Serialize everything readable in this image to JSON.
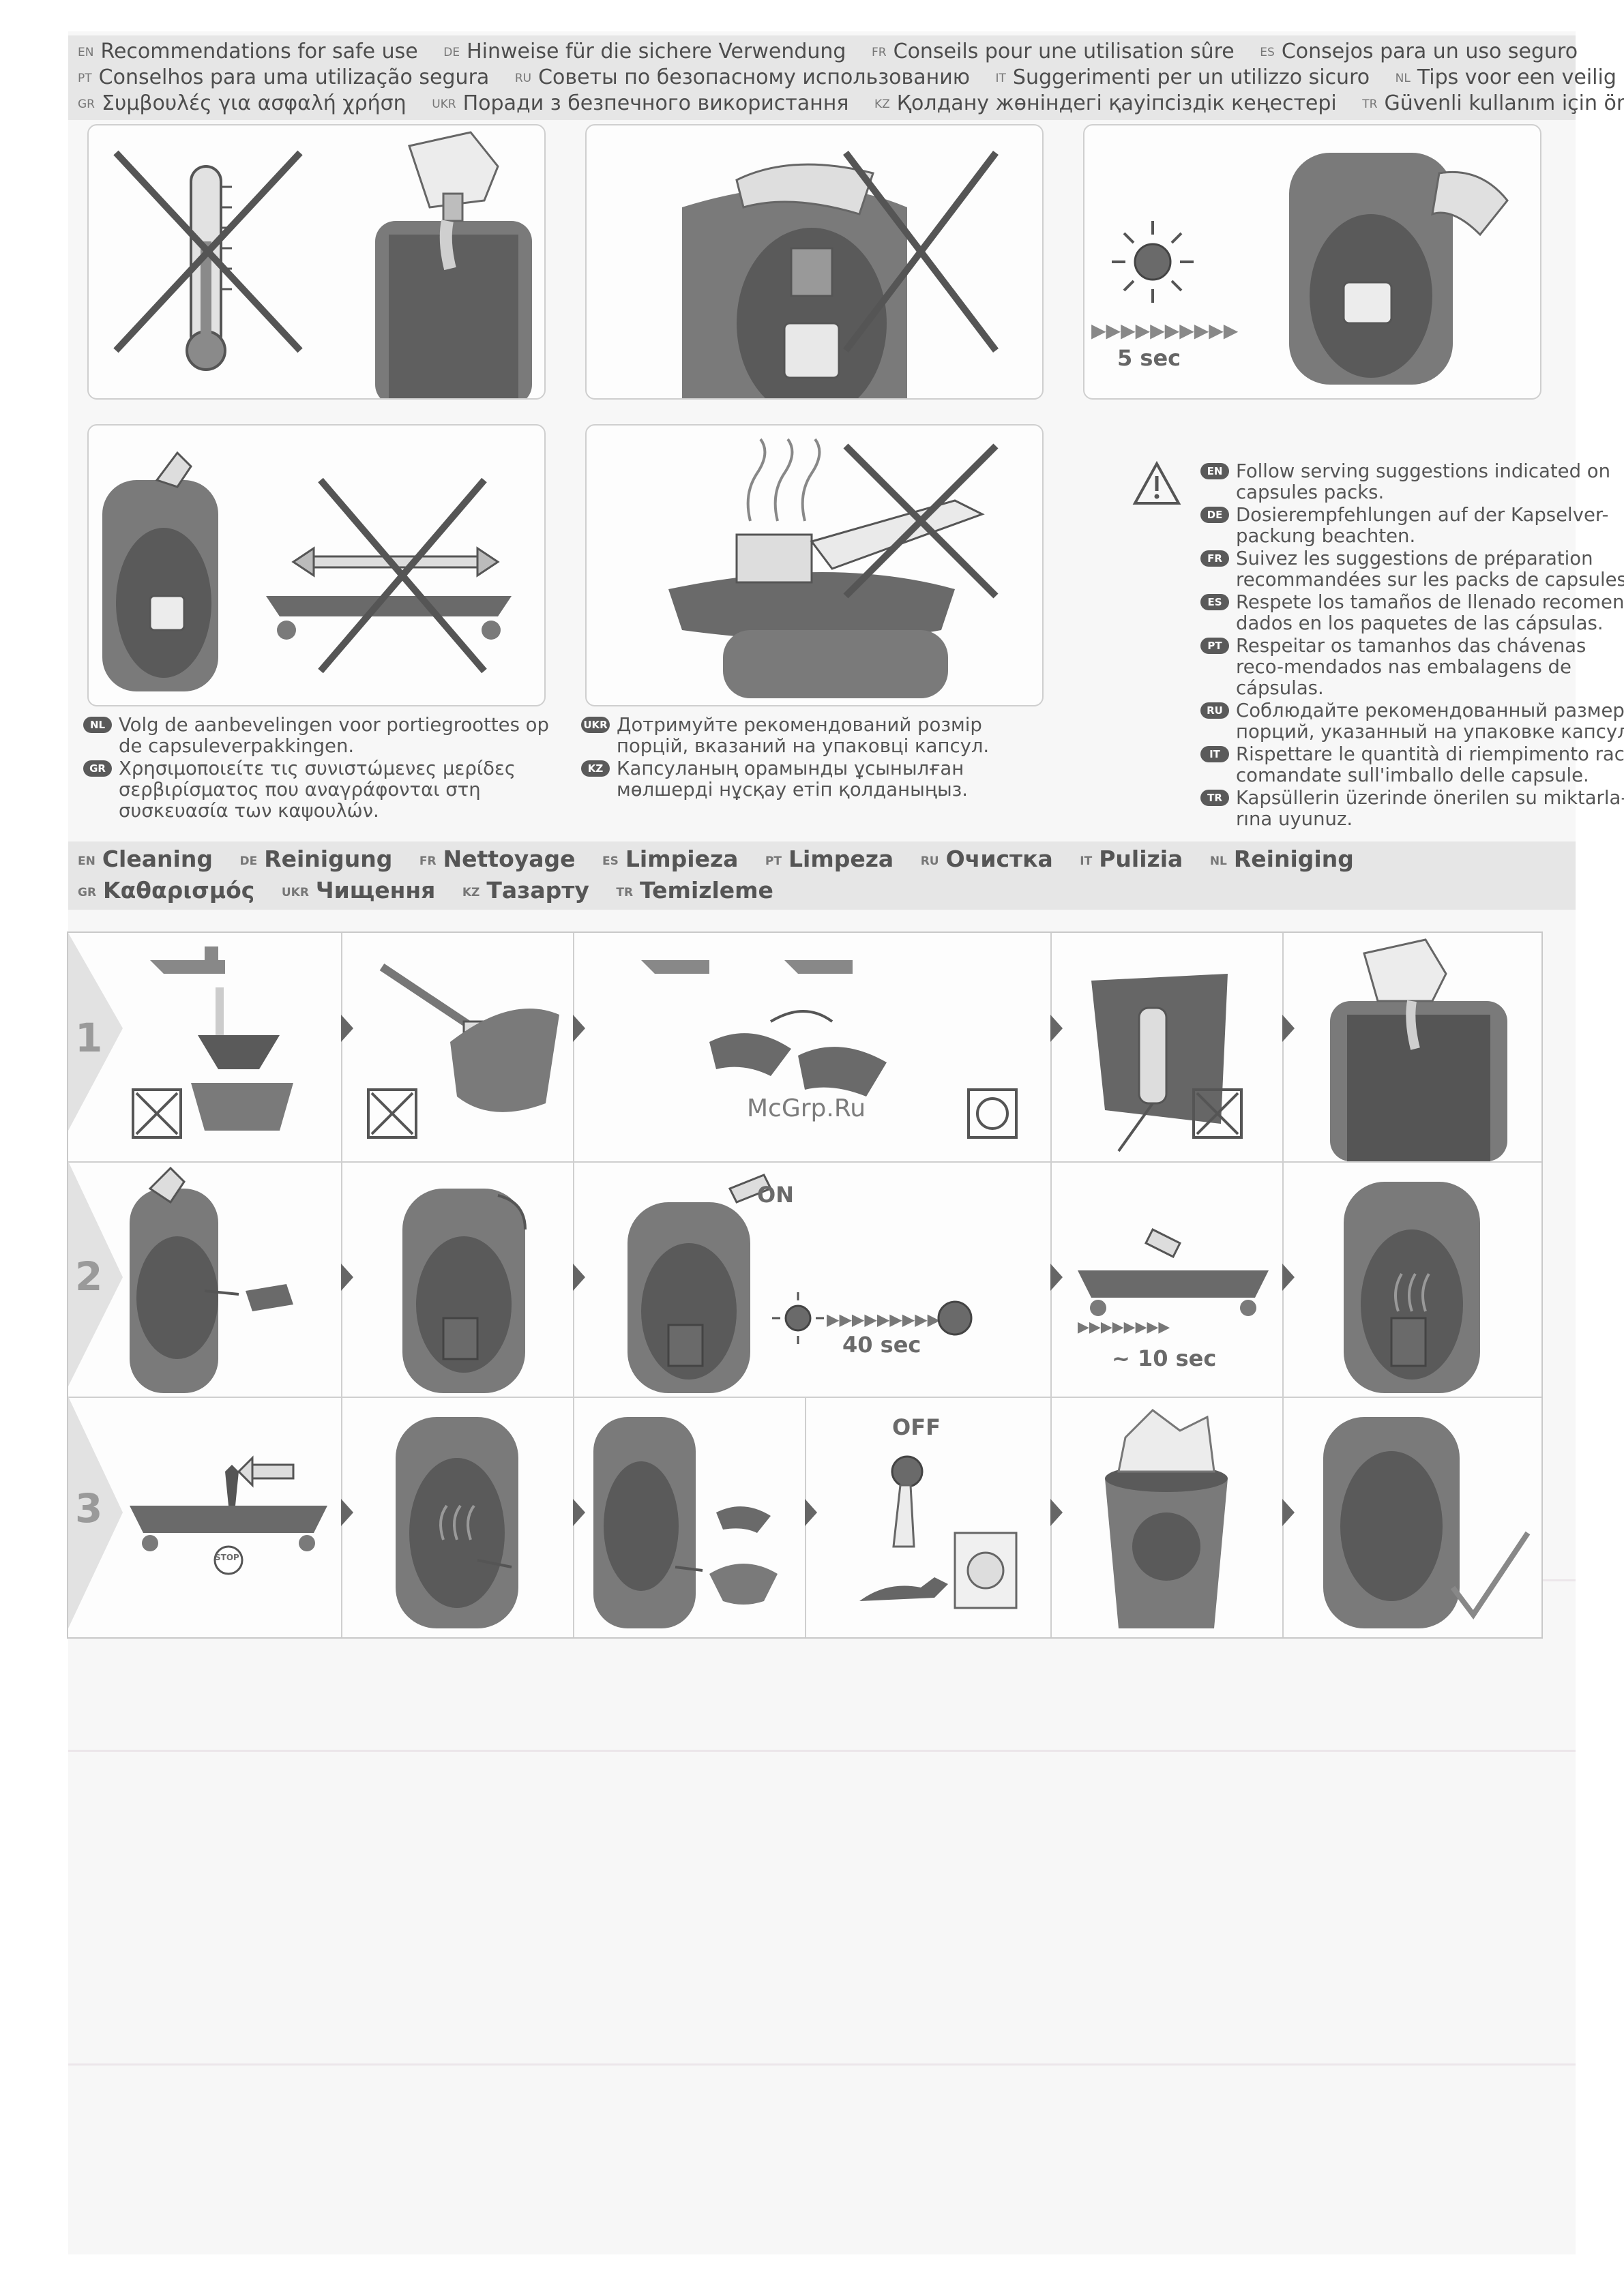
{
  "safety_header": {
    "row1": [
      {
        "code": "EN",
        "text": "Recommendations for safe use"
      },
      {
        "code": "DE",
        "text": "Hinweise für die sichere Verwendung"
      },
      {
        "code": "FR",
        "text": "Conseils pour une utilisation sûre"
      },
      {
        "code": "ES",
        "text": "Consejos para un uso seguro"
      }
    ],
    "row2": [
      {
        "code": "PT",
        "text": "Conselhos para uma utilização segura"
      },
      {
        "code": "RU",
        "text": "Советы по безопасному использованию"
      },
      {
        "code": "IT",
        "text": "Suggerimenti per un utilizzo sicuro"
      },
      {
        "code": "NL",
        "text": "Tips voor een veilig gebrui"
      }
    ],
    "row3": [
      {
        "code": "GR",
        "text": "Συμβουλές για ασφαλή χρήση"
      },
      {
        "code": "UKR",
        "text": "Поради з безпечного використання"
      },
      {
        "code": "KZ",
        "text": "Қолдану жөніндегі қауіпсіздік кеңестері"
      },
      {
        "code": "TR",
        "text": "Güvenli kullanım için öneriler"
      }
    ]
  },
  "safety_panels": {
    "timer_label": "5 sec"
  },
  "serving_notes_right": [
    {
      "code": "EN",
      "text": "Follow serving suggestions indicated on capsules packs."
    },
    {
      "code": "DE",
      "text": "Dosierempfehlungen auf der Kapselver-packung beachten."
    },
    {
      "code": "FR",
      "text": "Suivez les suggestions de préparation recommandées sur les packs de capsules."
    },
    {
      "code": "ES",
      "text": "Respete los tamaños de llenado recomen-dados en los paquetes de las cápsulas."
    },
    {
      "code": "PT",
      "text": "Respeitar os tamanhos das chávenas reco-mendados nas embalagens de cápsulas."
    },
    {
      "code": "RU",
      "text": "Соблюдайте рекомендованный размер порций, указанный на упаковке капсул."
    },
    {
      "code": "IT",
      "text": "Rispettare le quantità di riempimento rac-comandate sull'imballo delle capsule."
    },
    {
      "code": "TR",
      "text": "Kapsüllerin üzerinde önerilen su miktarla-rına uyunuz."
    }
  ],
  "serving_notes_left": [
    {
      "code": "NL",
      "text": "Volg de aanbevelingen voor portiegroottes op de capsuleverpakkingen."
    },
    {
      "code": "GR",
      "text": "Χρησιμοποιείτε τις συνιστώμενες μερίδες σερβιρίσματος που αναγράφονται στη συσκευασία των καψουλών."
    }
  ],
  "serving_notes_mid": [
    {
      "code": "UKR",
      "text": "Дотримуйте рекомендований розмір порцій, вказаний на упаковці капсул."
    },
    {
      "code": "KZ",
      "text": "Капсуланың орамынды ұсынылған мөлшерді нұсқау етіп қолданыңыз."
    }
  ],
  "cleaning_header": {
    "row1": [
      {
        "code": "EN",
        "text": "Cleaning"
      },
      {
        "code": "DE",
        "text": "Reinigung"
      },
      {
        "code": "FR",
        "text": "Nettoyage"
      },
      {
        "code": "ES",
        "text": "Limpieza"
      },
      {
        "code": "PT",
        "text": "Limpeza"
      },
      {
        "code": "RU",
        "text": "Очистка"
      },
      {
        "code": "IT",
        "text": "Pulizia"
      },
      {
        "code": "NL",
        "text": "Reiniging"
      }
    ],
    "row2": [
      {
        "code": "GR",
        "text": "Καθαρισμός"
      },
      {
        "code": "UKR",
        "text": "Чищення"
      },
      {
        "code": "KZ",
        "text": "Тазарту"
      },
      {
        "code": "TR",
        "text": "Temizleme"
      }
    ]
  },
  "steps": {
    "step1": "1",
    "step2": "2",
    "step3": "3",
    "on_label": "ON",
    "off_label": "OFF",
    "timer_40": "40 sec",
    "timer_10": "~ 10 sec",
    "stop_label": "STOP"
  },
  "watermark": "McGrp.Ru"
}
